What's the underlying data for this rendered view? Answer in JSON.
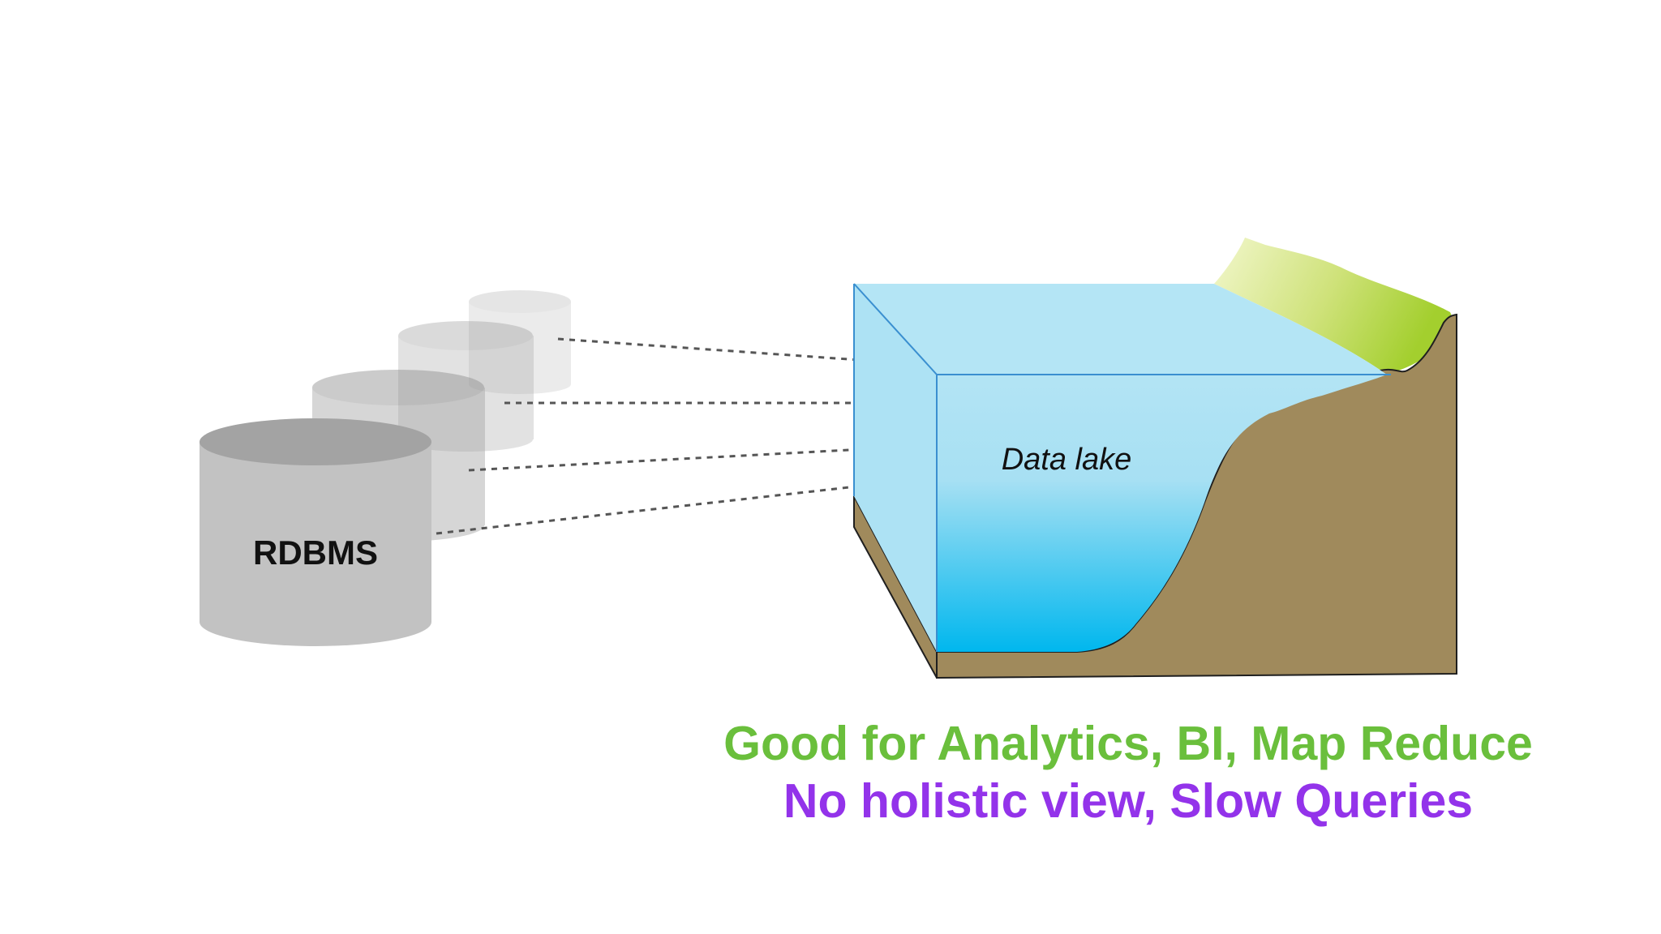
{
  "source": {
    "label": "RDBMS"
  },
  "target": {
    "label": "Data lake"
  },
  "captions": {
    "pros": "Good for Analytics, BI, Map Reduce",
    "cons": "No holistic view, Slow Queries"
  },
  "colors": {
    "pros": "#6abf3c",
    "cons": "#9333ea",
    "water_top": "#b3e4f4",
    "water_bottom": "#00b8ee",
    "earth": "#a08a5c",
    "grass": "#a9d23a",
    "cylinder": "#c2c2c2",
    "arrow": "#555555"
  },
  "icons": {
    "source": "database-cylinder-stack-icon",
    "target": "lake-cross-section-icon"
  }
}
